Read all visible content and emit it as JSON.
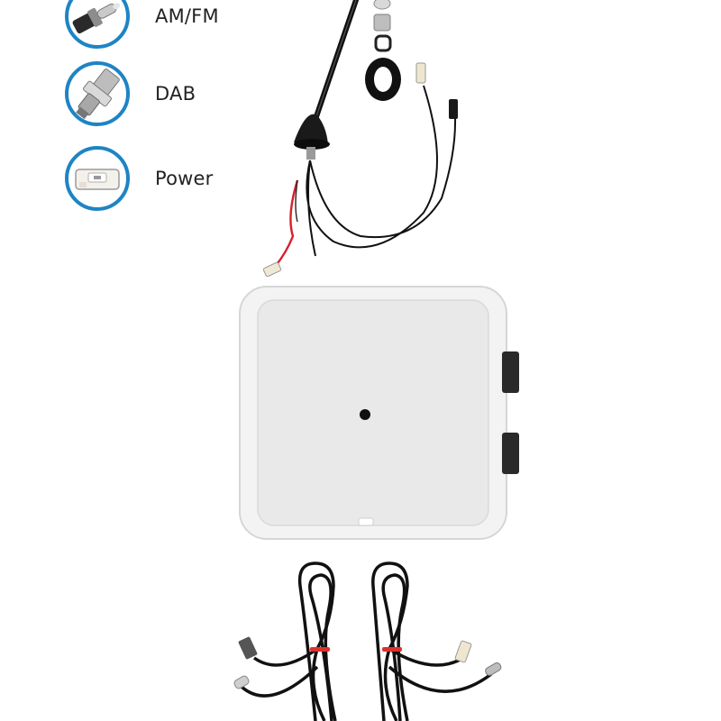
{
  "legend": {
    "items": [
      {
        "icon": "amfm-connector-icon",
        "label": "AM/FM"
      },
      {
        "icon": "dab-connector-icon",
        "label": "DAB"
      },
      {
        "icon": "power-connector-icon",
        "label": "Power"
      }
    ]
  },
  "colors": {
    "badge_ring": "#1e84c4",
    "cable": "#111111",
    "power_wire": "#d81f26",
    "plate": "#eeeeee",
    "tie": "#e0302e"
  }
}
